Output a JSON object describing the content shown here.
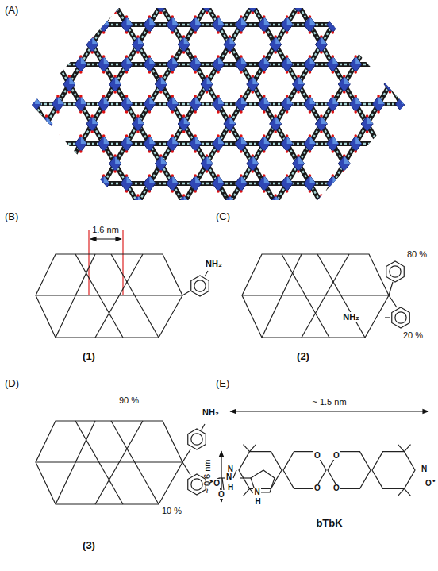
{
  "diagram": {
    "labels": [
      "(A)",
      "(B)",
      "1.6 nm",
      "NH₂",
      "(1)",
      "(C)",
      "80 %",
      "NH₂",
      "20 %",
      "(2)",
      "(D)",
      "90 %",
      "NH₂",
      "O",
      "N",
      "H",
      "N",
      "H",
      "10 %",
      "(3)",
      "(E)",
      "~ 1.5 nm",
      "~ 0.6 nm",
      "N",
      "O",
      "•",
      "N",
      "O",
      "•",
      "O",
      "O",
      "O",
      "O",
      "bTbK"
    ]
  }
}
